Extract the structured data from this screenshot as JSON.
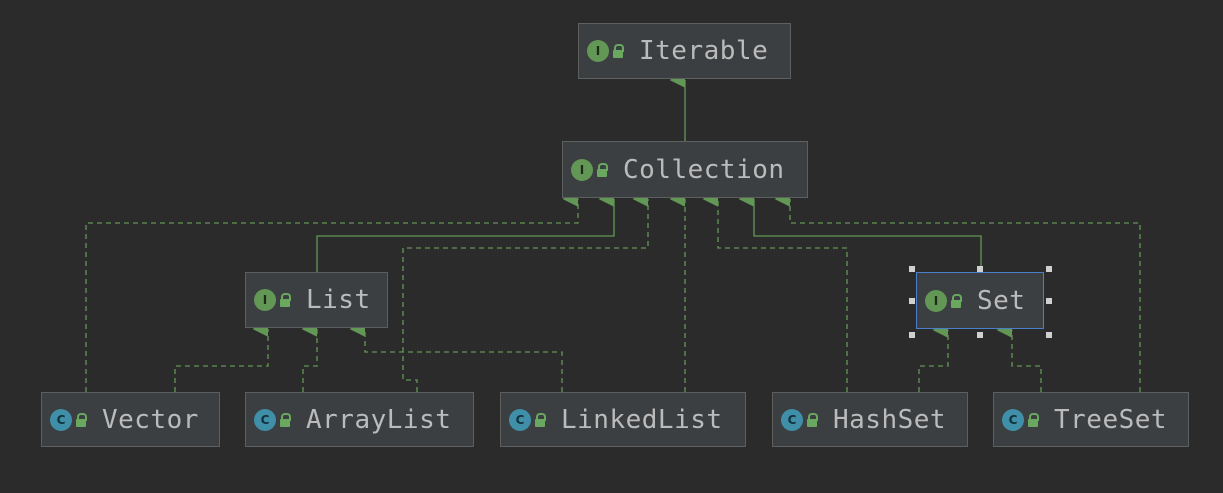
{
  "diagram": {
    "nodes": [
      {
        "id": "iterable",
        "label": "Iterable",
        "kind": "interface",
        "badge": "I"
      },
      {
        "id": "collection",
        "label": "Collection",
        "kind": "interface",
        "badge": "I"
      },
      {
        "id": "list",
        "label": "List",
        "kind": "interface",
        "badge": "I"
      },
      {
        "id": "set",
        "label": "Set",
        "kind": "interface",
        "badge": "I",
        "selected": true
      },
      {
        "id": "vector",
        "label": "Vector",
        "kind": "class",
        "badge": "C"
      },
      {
        "id": "arraylist",
        "label": "ArrayList",
        "kind": "class",
        "badge": "C"
      },
      {
        "id": "linkedlist",
        "label": "LinkedList",
        "kind": "class",
        "badge": "C"
      },
      {
        "id": "hashset",
        "label": "HashSet",
        "kind": "class",
        "badge": "C"
      },
      {
        "id": "treeset",
        "label": "TreeSet",
        "kind": "class",
        "badge": "C"
      }
    ],
    "edges": [
      {
        "from": "collection",
        "to": "iterable",
        "style": "extends"
      },
      {
        "from": "list",
        "to": "collection",
        "style": "extends"
      },
      {
        "from": "set",
        "to": "collection",
        "style": "extends"
      },
      {
        "from": "vector",
        "to": "collection",
        "style": "implements"
      },
      {
        "from": "arraylist",
        "to": "collection",
        "style": "implements"
      },
      {
        "from": "linkedlist",
        "to": "collection",
        "style": "implements"
      },
      {
        "from": "hashset",
        "to": "collection",
        "style": "implements"
      },
      {
        "from": "treeset",
        "to": "collection",
        "style": "implements"
      },
      {
        "from": "vector",
        "to": "list",
        "style": "implements"
      },
      {
        "from": "arraylist",
        "to": "list",
        "style": "implements"
      },
      {
        "from": "linkedlist",
        "to": "list",
        "style": "implements"
      },
      {
        "from": "hashset",
        "to": "set",
        "style": "implements"
      },
      {
        "from": "treeset",
        "to": "set",
        "style": "implements"
      }
    ],
    "colors": {
      "background": "#2b2b2b",
      "node_fill": "#3c3f41",
      "node_border": "#5e6060",
      "edge": "#629755",
      "interface_badge": "#629755",
      "class_badge": "#3f8fa8",
      "selection": "#4a7fc9"
    },
    "icons": {
      "interface": "interface-icon",
      "class": "class-icon",
      "access": "unlocked-padlock-icon"
    }
  }
}
